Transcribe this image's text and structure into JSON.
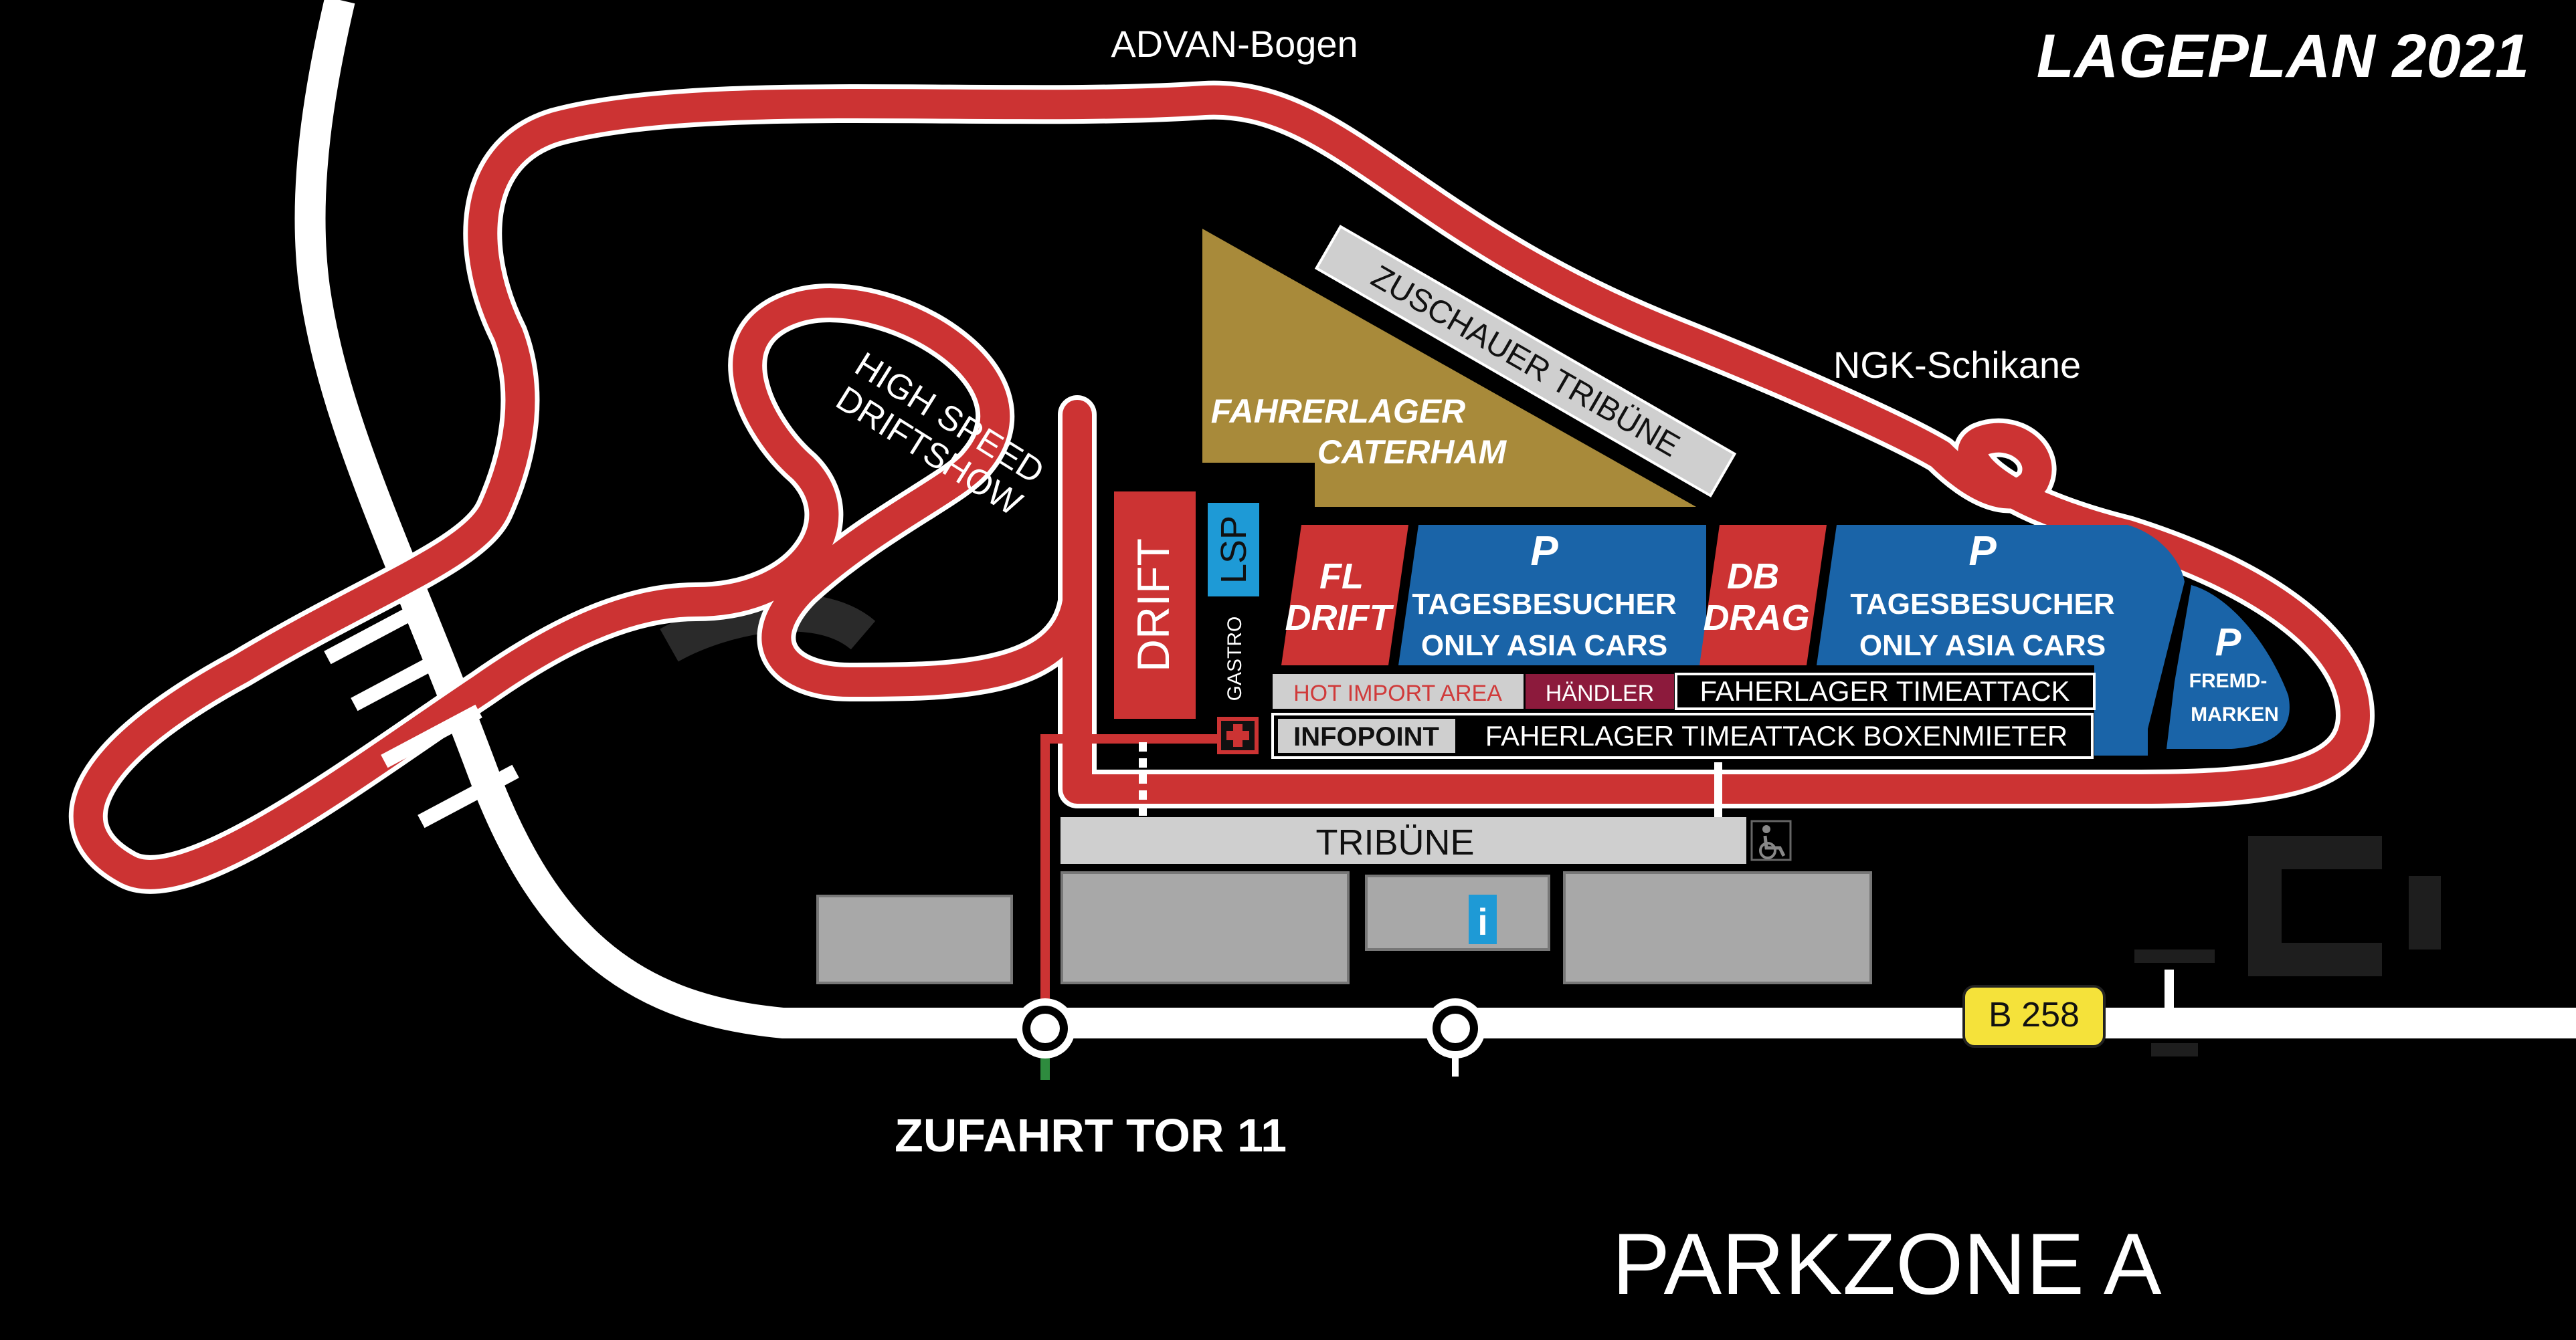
{
  "title": "LAGEPLAN 2021",
  "corners": {
    "advan": "ADVAN-Bogen",
    "ngk": "NGK-Schikane"
  },
  "areas": {
    "driftshow_line1": "HIGH SPEED",
    "driftshow_line2": "DRIFTSHOW",
    "zuschauer_tribuene": "ZUSCHAUER TRIBÜNE",
    "caterham_line1": "FAHRERLAGER",
    "caterham_line2": "CATERHAM",
    "drift": "DRIFT",
    "lsp": "LSP",
    "gastro": "GASTRO",
    "fl_drift_line1": "FL",
    "fl_drift_line2": "DRIFT",
    "db_drag_line1": "DB",
    "db_drag_line2": "DRAG",
    "parking_p": "P",
    "tagesbesucher": "TAGESBESUCHER",
    "only_asia": "ONLY ASIA CARS",
    "fremd_line1": "FREMD-",
    "fremd_line2": "MARKEN",
    "hot_import": "HOT IMPORT AREA",
    "haendler": "HÄNDLER",
    "timeattack": "FAHERLAGER TIMEATTACK",
    "infopoint": "INFOPOINT",
    "timeattack_boxen": "FAHERLAGER TIMEATTACK BOXENMIETER",
    "tribuene": "TRIBÜNE",
    "info_symbol": "i"
  },
  "road": {
    "b258": "B 258",
    "zufahrt": "ZUFAHRT TOR 11"
  },
  "zone": "PARKZONE A",
  "colors": {
    "background": "#000000",
    "track": "#cc3333",
    "parking_blue": "#1a64a8",
    "caterham_gold": "#a88a3a",
    "lsp_cyan": "#1e9ad6",
    "grey": "#cfcfcf",
    "hot_import_red": "#d03a3a",
    "haendler_maroon": "#8c1a3c",
    "b258_yellow": "#f5e23a"
  },
  "icons": [
    "first-aid-icon",
    "wheelchair-icon",
    "info-icon",
    "roundabout-icon"
  ]
}
